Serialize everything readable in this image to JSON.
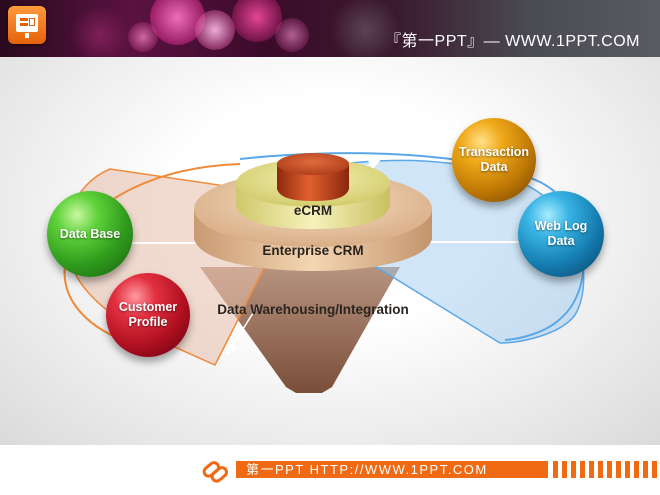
{
  "header": {
    "title": "『第一PPT』— WWW.1PPT.COM",
    "app_icon": "presentation-icon",
    "bokeh_colors": [
      "#ff4fb0",
      "#d92f86",
      "#ff8fd0",
      "#b8206e",
      "#ffd0ea",
      "#a0a0a8"
    ]
  },
  "diagram": {
    "layers": {
      "top": "eCRM",
      "middle": "Enterprise CRM",
      "base": "Data Warehousing/Integration"
    },
    "sources": {
      "data_base": "Data Base",
      "customer_profile": "Customer\nProfile",
      "transaction_data": "Transaction\nData",
      "web_log_data": "Web Log\nData"
    },
    "colors": {
      "data_base": "#3fb32a",
      "customer_profile": "#c8102e",
      "transaction_data": "#d48a05",
      "web_log_data": "#1f8ec2",
      "left_arc": "#f08a3a",
      "right_arc": "#5aa8e8",
      "cylinder": "#c84a1e"
    }
  },
  "footer": {
    "text": "第一PPT HTTP://WWW.1PPT.COM",
    "icon": "link-icon",
    "accent": "#f06a14"
  }
}
